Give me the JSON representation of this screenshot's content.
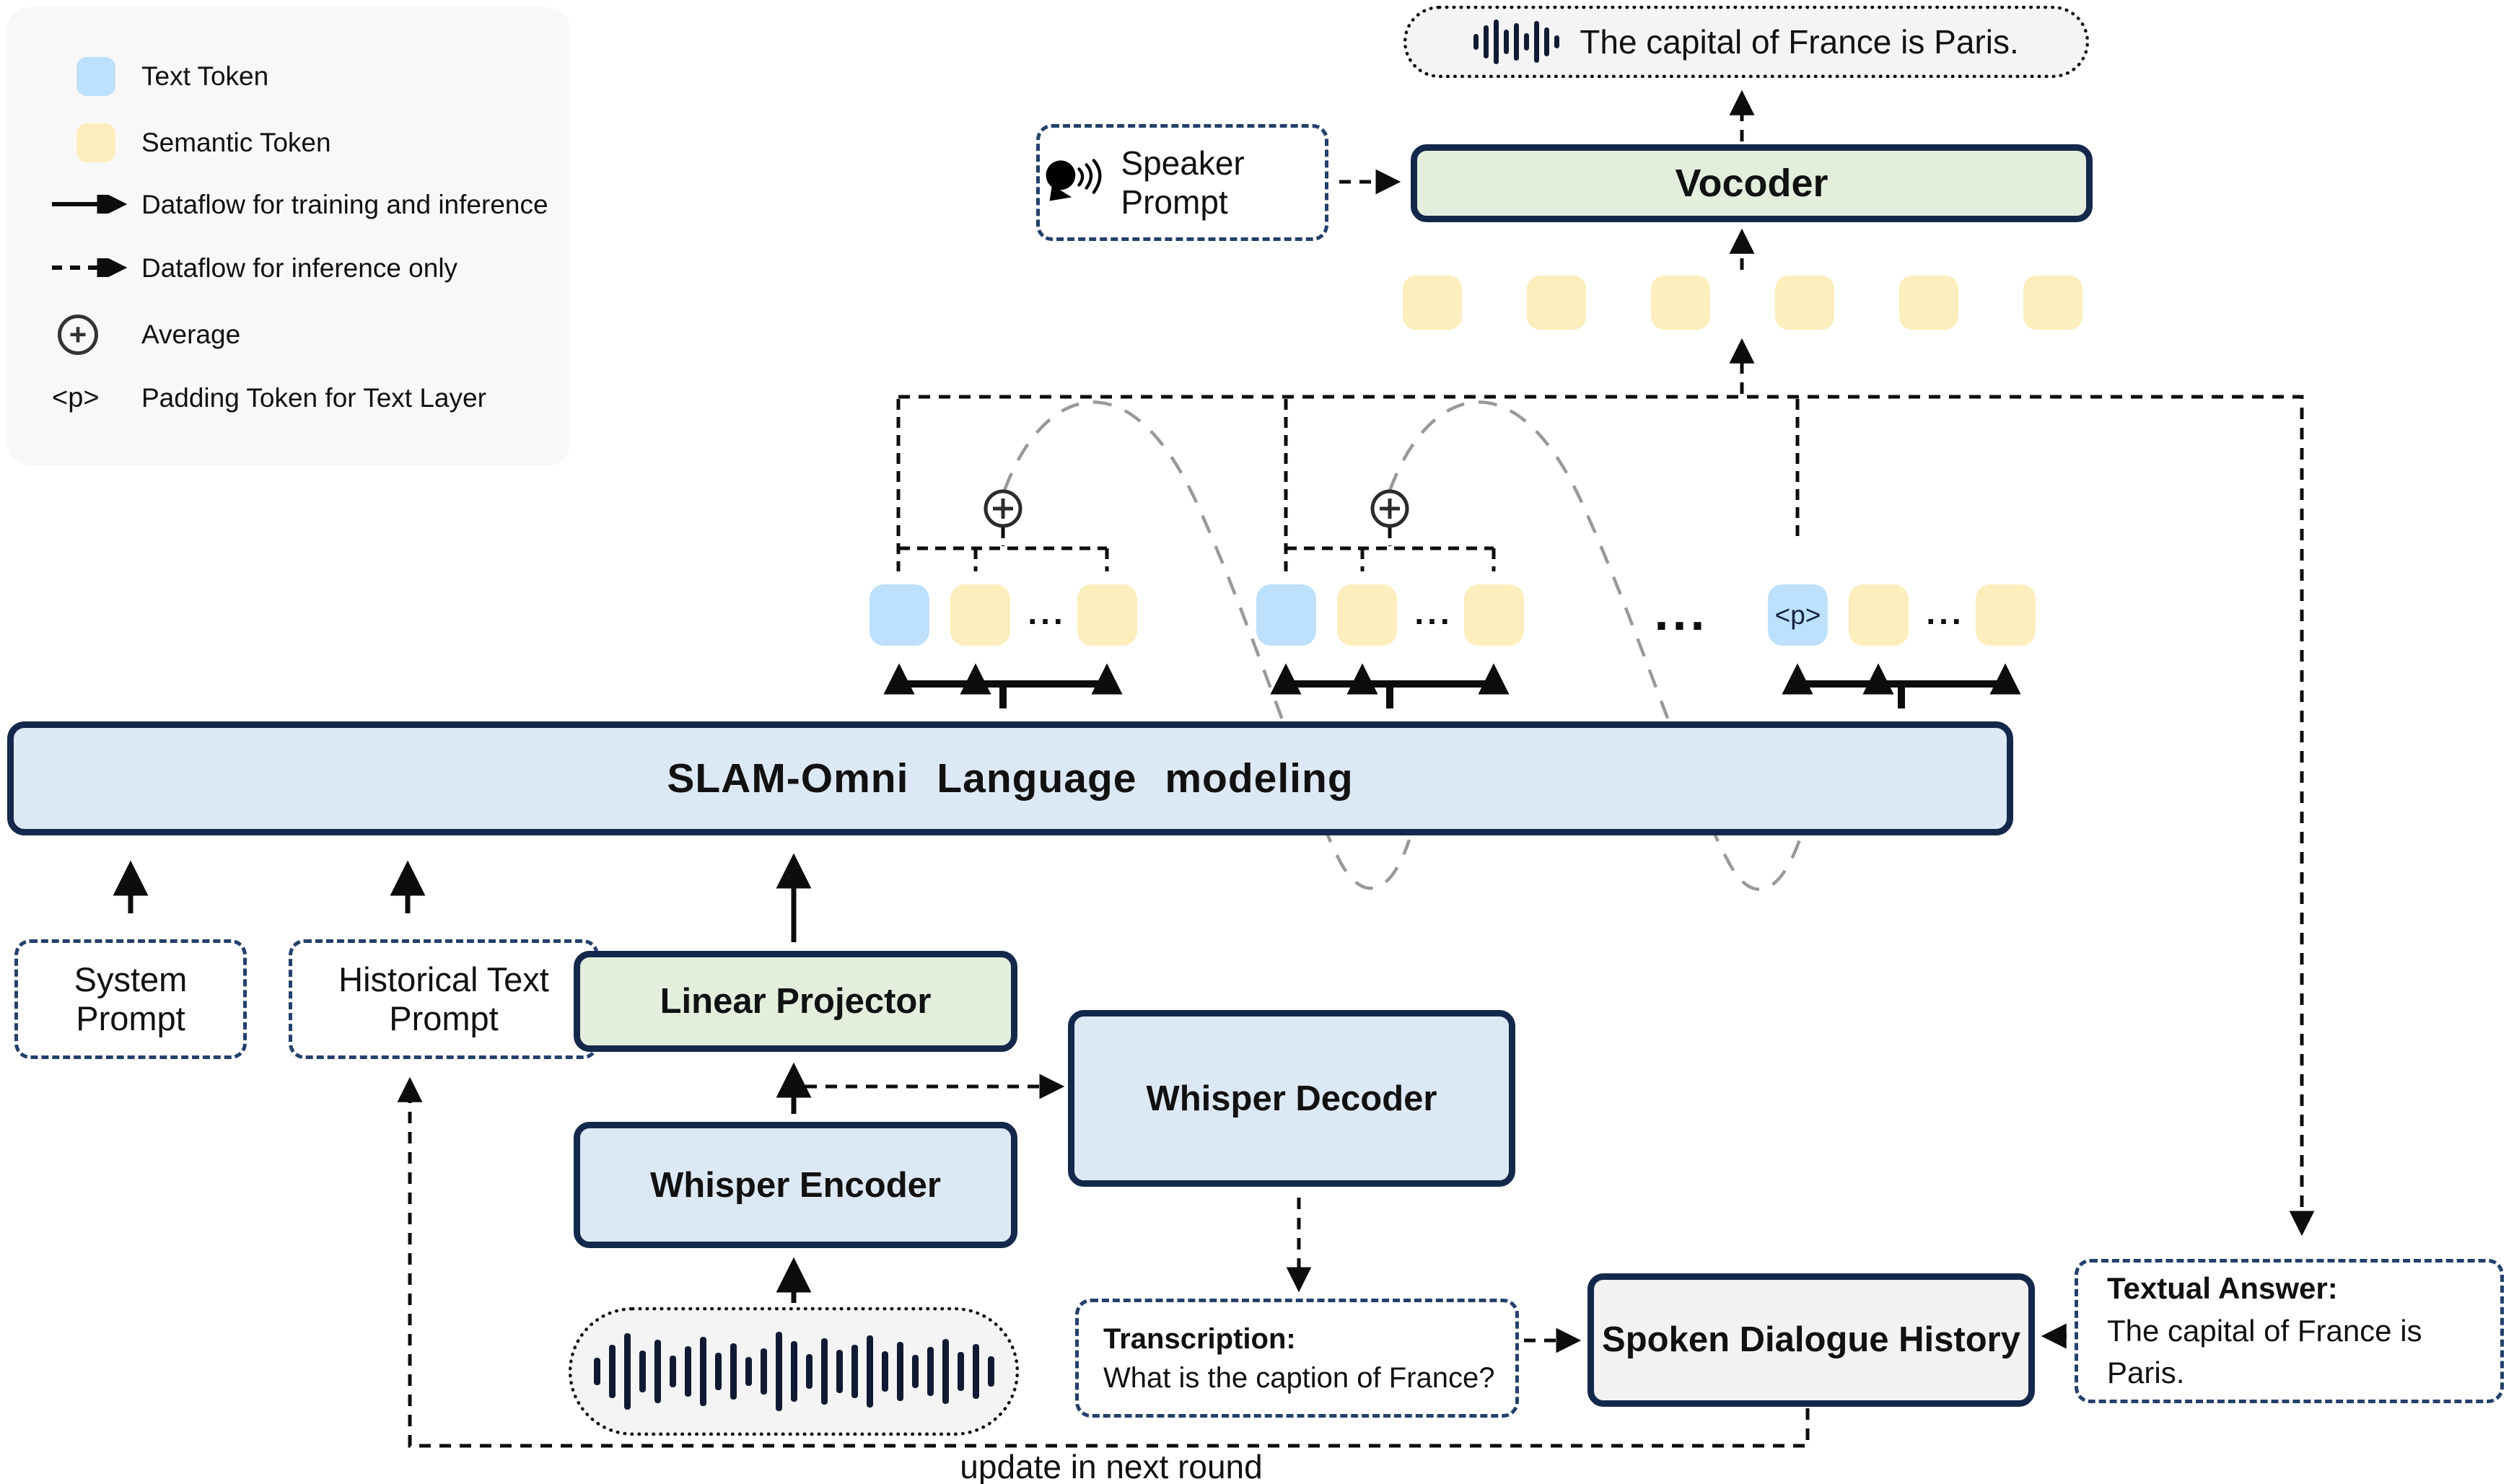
{
  "legend": {
    "items": [
      {
        "icon": "text-token-swatch",
        "label": "Text Token"
      },
      {
        "icon": "semantic-token-swatch",
        "label": "Semantic Token"
      },
      {
        "icon": "solid-arrow-icon",
        "label": "Dataflow for training and inference"
      },
      {
        "icon": "dashed-arrow-icon",
        "label": "Dataflow for inference only"
      },
      {
        "icon": "average-icon",
        "symbol": "+",
        "label": "Average"
      },
      {
        "icon": "padding-token-symbol",
        "symbol": "<p>",
        "label": "Padding Token for Text Layer"
      }
    ]
  },
  "output_bubble": {
    "icon": "waveform-icon",
    "text": "The capital of France is Paris."
  },
  "vocoder": {
    "label": "Vocoder"
  },
  "speaker_prompt": {
    "icon": "speaking-head-icon",
    "label": "Speaker Prompt"
  },
  "slam_bar": {
    "label": "SLAM-Omni Language modeling"
  },
  "tokens": {
    "padding_symbol": "<p>",
    "ellipsis": "...",
    "output_row": [
      "semantic",
      "semantic",
      "semantic",
      "semantic",
      "semantic",
      "semantic"
    ],
    "groups": [
      {
        "tokens": [
          "text",
          "semantic",
          "ellipsis",
          "semantic"
        ],
        "average": true
      },
      {
        "tokens": [
          "text",
          "semantic",
          "ellipsis",
          "semantic"
        ],
        "average": true
      },
      {
        "tokens": [
          "padding",
          "semantic",
          "ellipsis",
          "semantic"
        ],
        "average": false
      }
    ]
  },
  "system_prompt": {
    "label": "System Prompt"
  },
  "historical_prompt": {
    "label": "Historical Text Prompt"
  },
  "linear_projector": {
    "label": "Linear Projector"
  },
  "whisper_encoder": {
    "label": "Whisper Encoder"
  },
  "whisper_decoder": {
    "label": "Whisper Decoder"
  },
  "transcription": {
    "title": "Transcription:",
    "text": "What is the caption of France?"
  },
  "spoken_dialogue_history": {
    "label": "Spoken Dialogue History"
  },
  "textual_answer": {
    "title": "Textual Answer:",
    "text": "The capital of France is Paris."
  },
  "update_note": {
    "text": "update in next round"
  },
  "colors": {
    "text_token": "#BDE0FC",
    "semantic_token": "#FDEEBE",
    "block_border": "#14284B",
    "dashed_box_border": "#24406B",
    "blue_fill": "#DCE9F5",
    "green_fill": "#E4EEDD",
    "gray_fill": "#F2F2F2",
    "arc_gray": "#999999"
  }
}
